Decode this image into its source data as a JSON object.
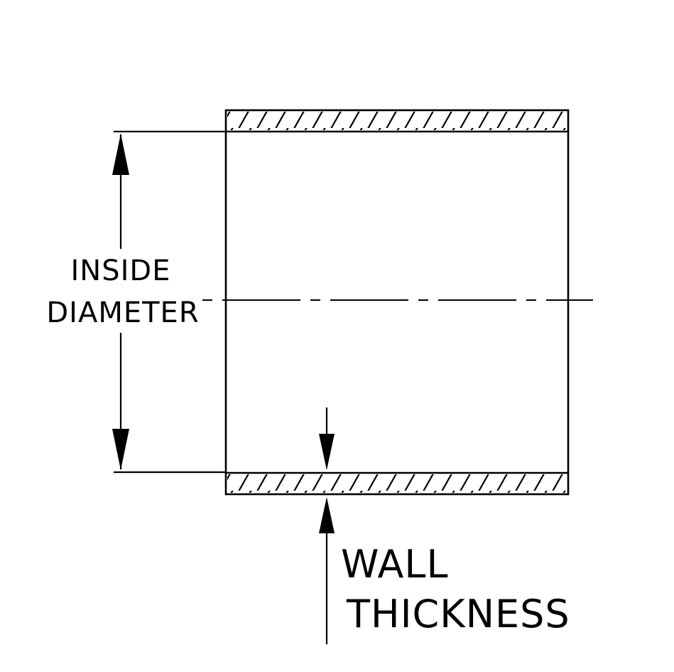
{
  "page": {
    "background_color": "#ffffff"
  },
  "diagram": {
    "type": "technical-cross-section",
    "subject": "tube-wall-cross-section",
    "line_color": "#000000",
    "labels": {
      "inside_diameter_line1": "INSIDE",
      "inside_diameter_line2": "DIAMETER",
      "wall_thickness_line1": "WALL",
      "wall_thickness_line2": "THICKNESS"
    }
  }
}
